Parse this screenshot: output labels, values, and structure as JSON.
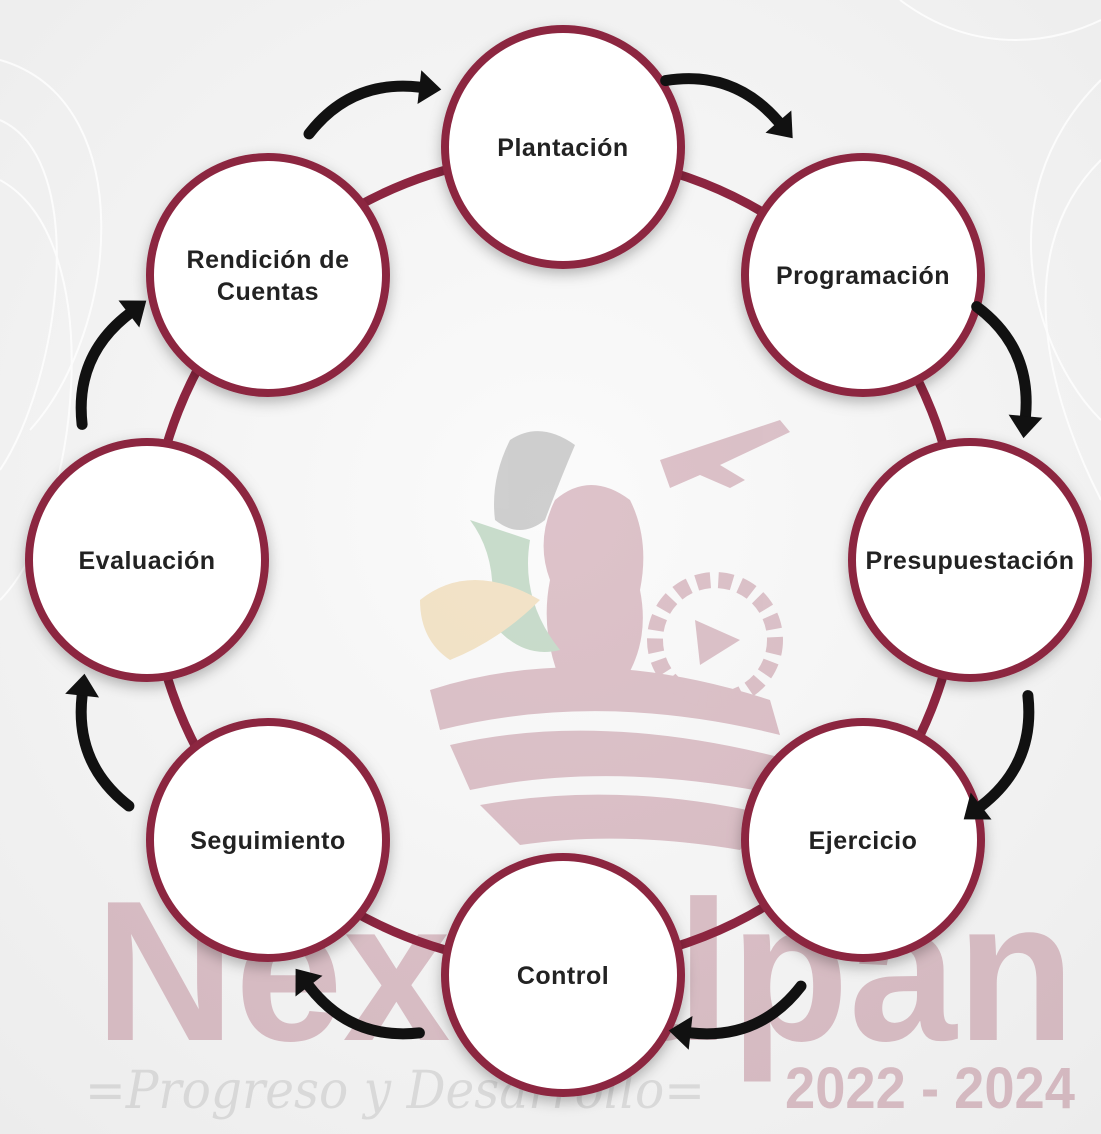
{
  "diagram": {
    "type": "cycle",
    "direction": "clockwise",
    "colors": {
      "node_border": "#8c2540",
      "node_fill": "#ffffff",
      "ring": "#8c2540",
      "arrow": "#111111",
      "label": "#222222"
    },
    "nodes": [
      {
        "id": "plantacion",
        "lines": [
          "Plantación"
        ]
      },
      {
        "id": "programacion",
        "lines": [
          "Programación"
        ]
      },
      {
        "id": "presupuestacion",
        "lines": [
          "Presupuestación"
        ]
      },
      {
        "id": "ejercicio",
        "lines": [
          "Ejercicio"
        ]
      },
      {
        "id": "control",
        "lines": [
          "Control"
        ]
      },
      {
        "id": "seguimiento",
        "lines": [
          "Seguimiento"
        ]
      },
      {
        "id": "evaluacion",
        "lines": [
          "Evaluación"
        ]
      },
      {
        "id": "rendicion-de-cuentas",
        "lines": [
          "Rendición de",
          "Cuentas"
        ]
      }
    ]
  },
  "watermark": {
    "name": "Nextlalpan",
    "slogan": "=Progreso y Desarrollo=",
    "years": "2022 - 2024",
    "colors": {
      "primary": "#8c2540",
      "gold": "#e0a43a",
      "green": "#3e8a4a",
      "gray": "#cccccc"
    }
  }
}
